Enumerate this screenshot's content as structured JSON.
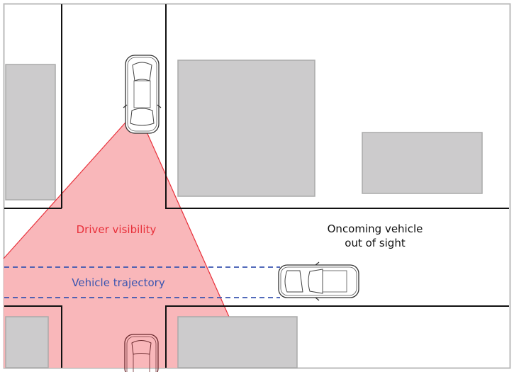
{
  "diagram": {
    "title": "Intersection visibility diagram",
    "labels": {
      "driver_visibility": "Driver visibility",
      "vehicle_trajectory": "Vehicle trajectory",
      "oncoming_line1": "Oncoming vehicle",
      "oncoming_line2": "out of sight"
    },
    "colors": {
      "visibility_fill": "#f9b3b6",
      "visibility_edge": "#e8303a",
      "visibility_text": "#e8303a",
      "trajectory": "#3a55b0",
      "building_fill": "#cccbcc",
      "building_edge": "#aaaaaa",
      "road_edge": "#111111",
      "frame": "#bbbbbb",
      "text": "#111111"
    },
    "elements": {
      "buildings": [
        "top-left",
        "top-middle",
        "top-right",
        "bottom-left",
        "bottom-right"
      ],
      "vehicles": [
        "driver-car",
        "oncoming-car",
        "waiting-car"
      ]
    }
  }
}
